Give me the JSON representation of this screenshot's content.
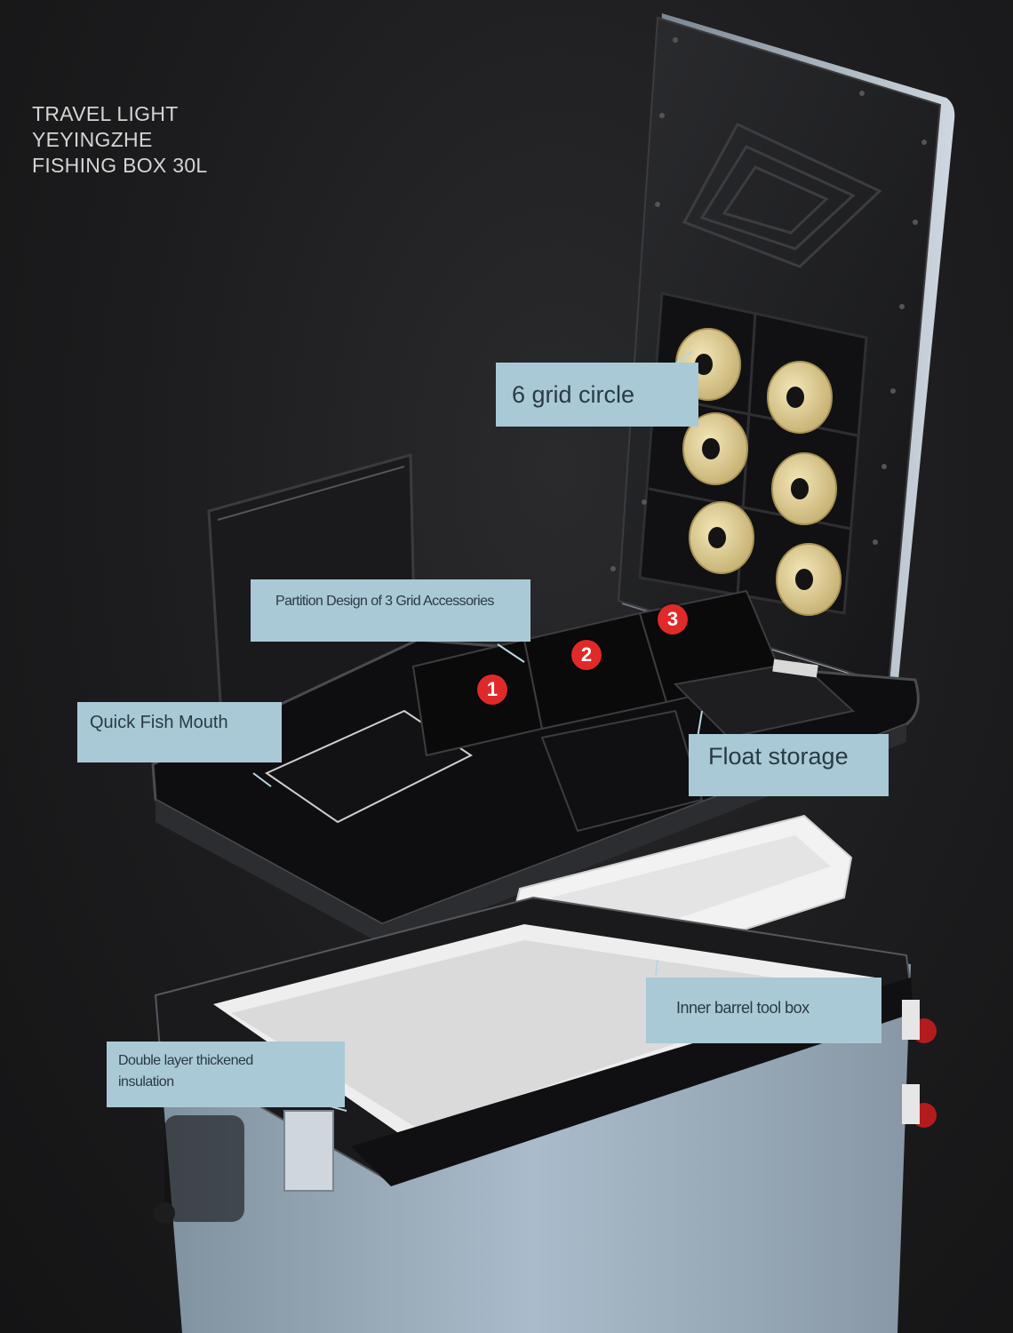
{
  "title_lines": [
    "TRAVEL LIGHT",
    "YEYINGZHE",
    "FISHING BOX 30L"
  ],
  "callouts": {
    "grid_circle": "6 grid circle",
    "partition": "Partition Design of 3 Grid Accessories",
    "quick_fish_mouth": "Quick Fish Mouth",
    "float_storage": "Float storage",
    "inner_barrel": "Inner barrel tool box",
    "insulation_line1": "Double layer thickened",
    "insulation_line2": "insulation"
  },
  "badges": [
    "1",
    "2",
    "3"
  ],
  "colors": {
    "background": "#1b1b1c",
    "callout": "#a9c9d6",
    "badge": "#e02929",
    "body_shell": "#9fb0bf",
    "spool": "#e3d29a"
  }
}
